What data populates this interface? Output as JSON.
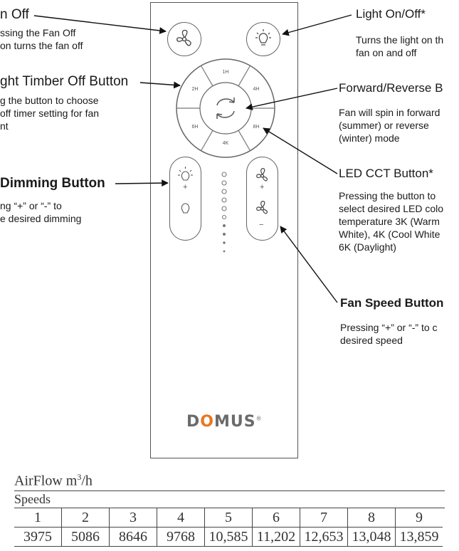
{
  "labels": {
    "fan_off": {
      "title": "n Off",
      "lines": [
        "ssing the Fan Off",
        "on turns the fan off"
      ]
    },
    "light_timer": {
      "title": "ght Timber Off Button",
      "lines": [
        "g the button to choose",
        " off timer setting for fan",
        "nt"
      ]
    },
    "dimming": {
      "title": " Dimming Button",
      "lines": [
        "ng “+” or “-” to",
        "e desired dimming"
      ]
    },
    "light_onoff": {
      "title": "Light On/Off*",
      "lines": [
        "Turns the light on th",
        "fan on and off"
      ]
    },
    "forward_reverse": {
      "title": "Forward/Reverse B",
      "lines": [
        "Fan will spin in forward",
        "(summer) or reverse",
        "(winter) mode"
      ]
    },
    "led_cct": {
      "title": "LED CCT Button*",
      "lines": [
        "Pressing the button to",
        "select desired LED colo",
        "temperature 3K (Warm",
        "White), 4K (Cool White",
        "6K (Daylight)"
      ]
    },
    "fan_speed": {
      "title": "Fan Speed Button",
      "lines": [
        "Pressing “+” or “-” to c",
        "desired speed"
      ]
    }
  },
  "remote": {
    "logo_text": "DOMUS",
    "logo_o": "O",
    "logo_d": "D",
    "logo_mus": "MUS",
    "registered": "®",
    "center_label": "",
    "ring_labels": [
      "1H",
      "4H",
      "8H",
      "2H",
      "6H",
      "4K"
    ],
    "plus": "+",
    "minus": "−",
    "dim_plus": "+"
  },
  "airflow": {
    "heading_main": "AirFlow m",
    "heading_sup": "3",
    "heading_tail": "/h",
    "speeds_label": "Speeds",
    "speeds": [
      "1",
      "2",
      "3",
      "4",
      "5",
      "6",
      "7",
      "8",
      "9"
    ],
    "values": [
      "3975",
      "5086",
      "8646",
      "9768",
      "10,585",
      "11,202",
      "12,653",
      "13,048",
      "13,859"
    ]
  },
  "colors": {
    "logo_accent": "#e87722",
    "logo_gray": "#6b6b6b"
  }
}
